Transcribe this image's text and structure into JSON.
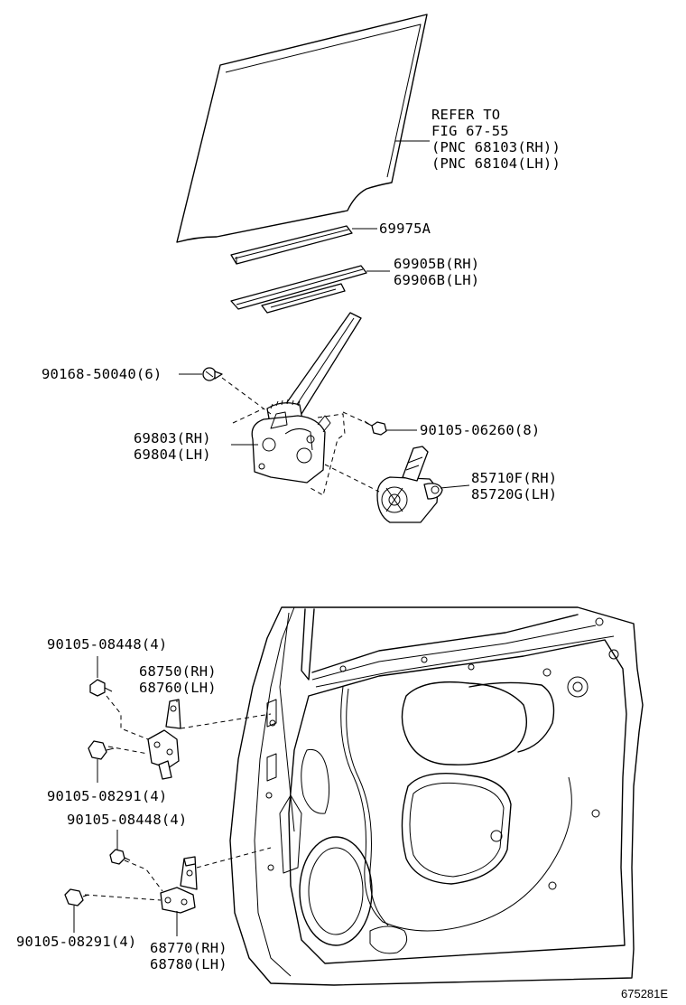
{
  "refer": [
    "REFER TO",
    "FIG 67-55",
    "(PNC 68103(RH))",
    "(PNC 68104(LH))"
  ],
  "callouts": {
    "run_channel": [
      "69975A"
    ],
    "glass_channel": [
      "69905B(RH)",
      "69906B(LH)"
    ],
    "bolt_regulator": [
      "90168-50040(6)"
    ],
    "regulator": [
      "69803(RH)",
      "69804(LH)"
    ],
    "bolt_motor": [
      "90105-06260(8)"
    ],
    "motor": [
      "85710F(RH)",
      "85720G(LH)"
    ],
    "upper_hinge_bolt_top": [
      "90105-08448(4)"
    ],
    "upper_hinge": [
      "68750(RH)",
      "68760(LH)"
    ],
    "upper_hinge_bolt_side": [
      "90105-08291(4)"
    ],
    "lower_hinge_bolt_top": [
      "90105-08448(4)"
    ],
    "lower_hinge_bolt_side": [
      "90105-08291(4)"
    ],
    "lower_hinge": [
      "68770(RH)",
      "68780(LH)"
    ]
  },
  "figure_id": "675281E"
}
